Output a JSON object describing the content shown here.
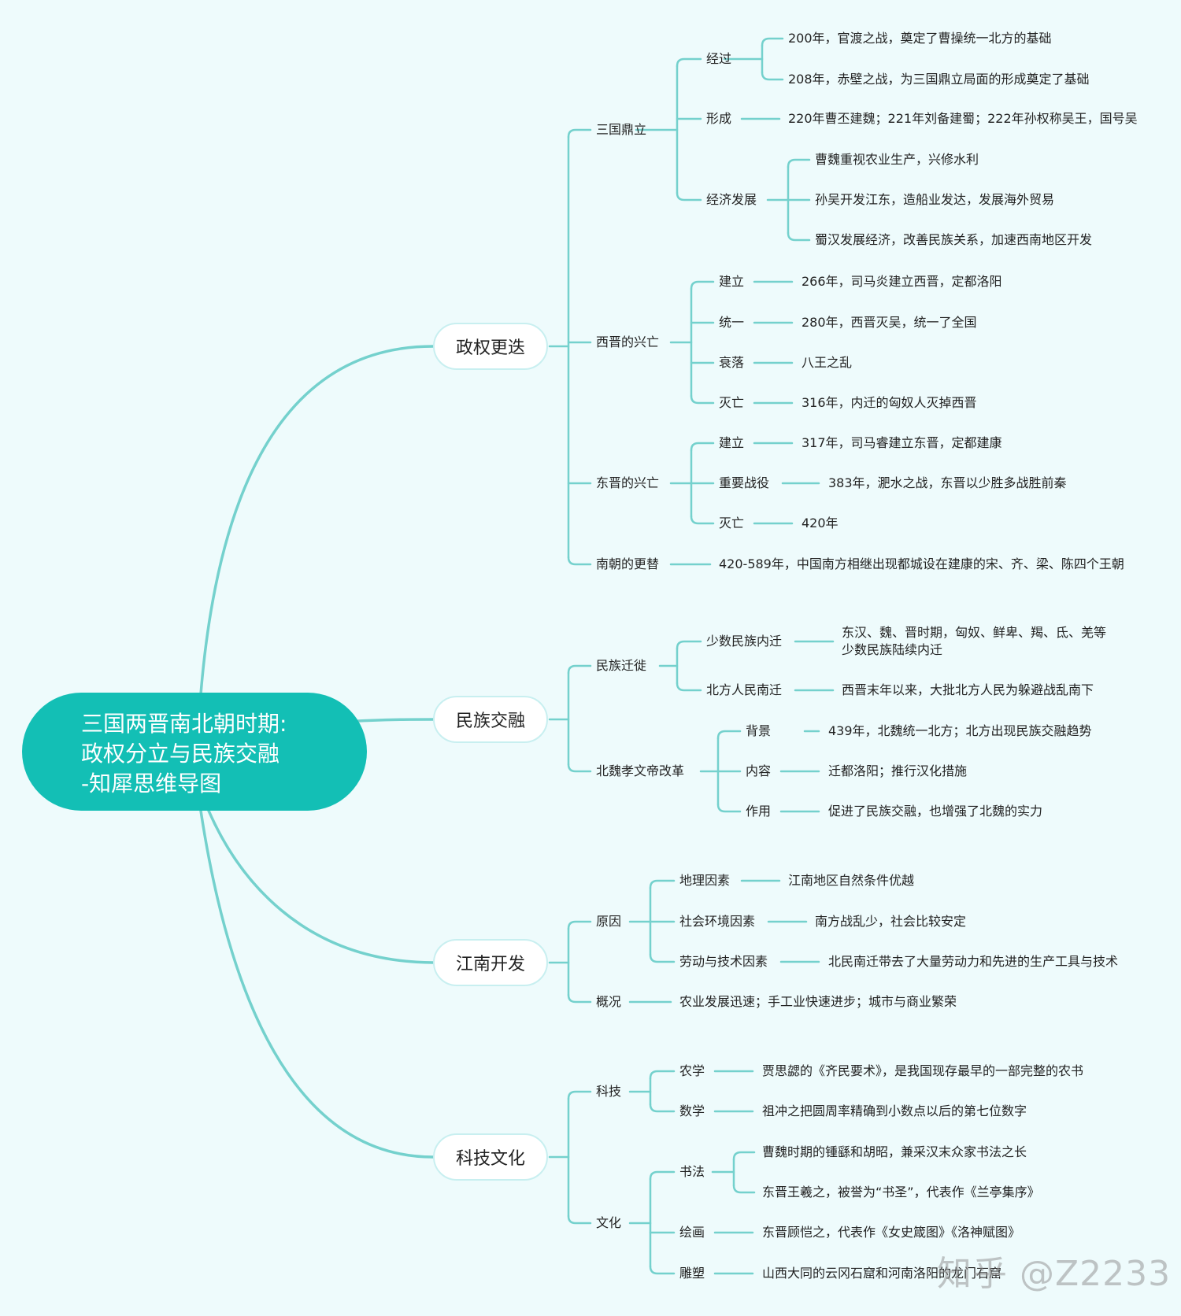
{
  "root": {
    "lines": [
      "三国两晋南北朝时期:",
      "政权分立与民族交融",
      "-知犀思维导图"
    ]
  },
  "branches": [
    {
      "label": "政权更迭",
      "children": [
        {
          "label": "三国鼎立",
          "children": [
            {
              "label": "经过",
              "children": [
                {
                  "label": "200年，官渡之战，奠定了曹操统一北方的基础"
                },
                {
                  "label": "208年，赤壁之战，为三国鼎立局面的形成奠定了基础"
                }
              ]
            },
            {
              "label": "形成",
              "children": [
                {
                  "label": "220年曹丕建魏；221年刘备建蜀；222年孙权称吴王，国号吴"
                }
              ]
            },
            {
              "label": "经济发展",
              "children": [
                {
                  "label": "曹魏重视农业生产，兴修水利"
                },
                {
                  "label": "孙吴开发江东，造船业发达，发展海外贸易"
                },
                {
                  "label": "蜀汉发展经济，改善民族关系，加速西南地区开发"
                }
              ]
            }
          ]
        },
        {
          "label": "西晋的兴亡",
          "children": [
            {
              "label": "建立",
              "children": [
                {
                  "label": "266年，司马炎建立西晋，定都洛阳"
                }
              ]
            },
            {
              "label": "统一",
              "children": [
                {
                  "label": "280年，西晋灭吴，统一了全国"
                }
              ]
            },
            {
              "label": "衰落",
              "children": [
                {
                  "label": "八王之乱"
                }
              ]
            },
            {
              "label": "灭亡",
              "children": [
                {
                  "label": "316年，内迁的匈奴人灭掉西晋"
                }
              ]
            }
          ]
        },
        {
          "label": "东晋的兴亡",
          "children": [
            {
              "label": "建立",
              "children": [
                {
                  "label": "317年，司马睿建立东晋，定都建康"
                }
              ]
            },
            {
              "label": "重要战役",
              "children": [
                {
                  "label": "383年，淝水之战，东晋以少胜多战胜前秦"
                }
              ]
            },
            {
              "label": "灭亡",
              "children": [
                {
                  "label": "420年"
                }
              ]
            }
          ]
        },
        {
          "label": "南朝的更替",
          "children": [
            {
              "label": "420-589年，中国南方相继出现都城设在建康的宋、齐、梁、陈四个王朝"
            }
          ]
        }
      ]
    },
    {
      "label": "民族交融",
      "children": [
        {
          "label": "民族迁徙",
          "children": [
            {
              "label": "少数民族内迁",
              "children": [
                {
                  "label": "东汉、魏、晋时期，匈奴、鲜卑、羯、氐、羌等",
                  "label2": "少数民族陆续内迁"
                }
              ]
            },
            {
              "label": "北方人民南迁",
              "children": [
                {
                  "label": "西晋末年以来，大批北方人民为躲避战乱南下"
                }
              ]
            }
          ]
        },
        {
          "label": "北魏孝文帝改革",
          "children": [
            {
              "label": "背景",
              "children": [
                {
                  "label": "439年，北魏统一北方；北方出现民族交融趋势"
                }
              ]
            },
            {
              "label": "内容",
              "children": [
                {
                  "label": "迁都洛阳；推行汉化措施"
                }
              ]
            },
            {
              "label": "作用",
              "children": [
                {
                  "label": "促进了民族交融，也增强了北魏的实力"
                }
              ]
            }
          ]
        }
      ]
    },
    {
      "label": "江南开发",
      "children": [
        {
          "label": "原因",
          "children": [
            {
              "label": "地理因素",
              "children": [
                {
                  "label": "江南地区自然条件优越"
                }
              ]
            },
            {
              "label": "社会环境因素",
              "children": [
                {
                  "label": "南方战乱少，社会比较安定"
                }
              ]
            },
            {
              "label": "劳动与技术因素",
              "children": [
                {
                  "label": "北民南迁带去了大量劳动力和先进的生产工具与技术"
                }
              ]
            }
          ]
        },
        {
          "label": "概况",
          "children": [
            {
              "label": "农业发展迅速；手工业快速进步；城市与商业繁荣"
            }
          ]
        }
      ]
    },
    {
      "label": "科技文化",
      "children": [
        {
          "label": "科技",
          "children": [
            {
              "label": "农学",
              "children": [
                {
                  "label": "贾思勰的《齐民要术》，是我国现存最早的一部完整的农书"
                }
              ]
            },
            {
              "label": "数学",
              "children": [
                {
                  "label": "祖冲之把圆周率精确到小数点以后的第七位数字"
                }
              ]
            }
          ]
        },
        {
          "label": "文化",
          "children": [
            {
              "label": "书法",
              "children": [
                {
                  "label": "曹魏时期的锺繇和胡昭，兼采汉末众家书法之长"
                },
                {
                  "label": "东晋王羲之，被誉为“书圣”，代表作《兰亭集序》"
                }
              ]
            },
            {
              "label": "绘画",
              "children": [
                {
                  "label": "东晋顾恺之，代表作《女史箴图》《洛神赋图》"
                }
              ]
            },
            {
              "label": "雕塑",
              "children": [
                {
                  "label": "山西大同的云冈石窟和河南洛阳的龙门石窟"
                }
              ]
            }
          ]
        }
      ]
    }
  ],
  "watermark": "知乎 @Z2233",
  "colors": {
    "background": "#eefbfc",
    "root": "#13bfb5",
    "line": "#74d1cd",
    "pill_border": "#c8eff0"
  }
}
